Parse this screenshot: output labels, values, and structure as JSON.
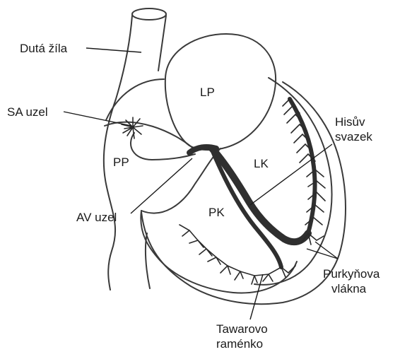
{
  "labels": {
    "vena_cava": "Dutá žíla",
    "sa_node": "SA uzel",
    "av_node": "AV uzel",
    "left_atrium": "LP",
    "right_atrium": "PP",
    "left_ventricle": "LK",
    "right_ventricle": "PK",
    "his_bundle_line1": "Hisův",
    "his_bundle_line2": "svazek",
    "purkinje_line1": "Purkyňova",
    "purkinje_line2": "vlákna",
    "tawara_line1": "Tawarovo",
    "tawara_line2": "raménko"
  },
  "colors": {
    "line": "#3a3a3a",
    "conduction": "#2f2f2f",
    "text": "#1a1a1a",
    "background": "#ffffff"
  }
}
